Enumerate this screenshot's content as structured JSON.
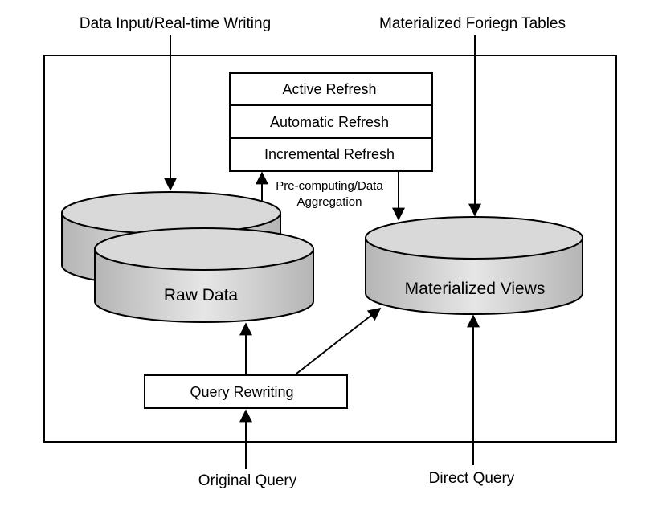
{
  "labels": {
    "data_input": "Data Input/Real-time Writing",
    "foreign_tables": "Materialized Foriegn Tables",
    "original_query": "Original Query",
    "direct_query": "Direct Query",
    "precomputing_line1": "Pre-computing/Data",
    "precomputing_line2": "Aggregation"
  },
  "refresh_box": {
    "items": [
      "Active Refresh",
      "Automatic Refresh",
      "Incremental Refresh"
    ]
  },
  "databases": {
    "raw_data": "Raw Data",
    "materialized_views": "Materialized Views"
  },
  "query_rewriting": "Query Rewriting",
  "colors": {
    "stroke": "#000000",
    "cylinder_fill": "#d9d9d9",
    "background": "#ffffff"
  }
}
